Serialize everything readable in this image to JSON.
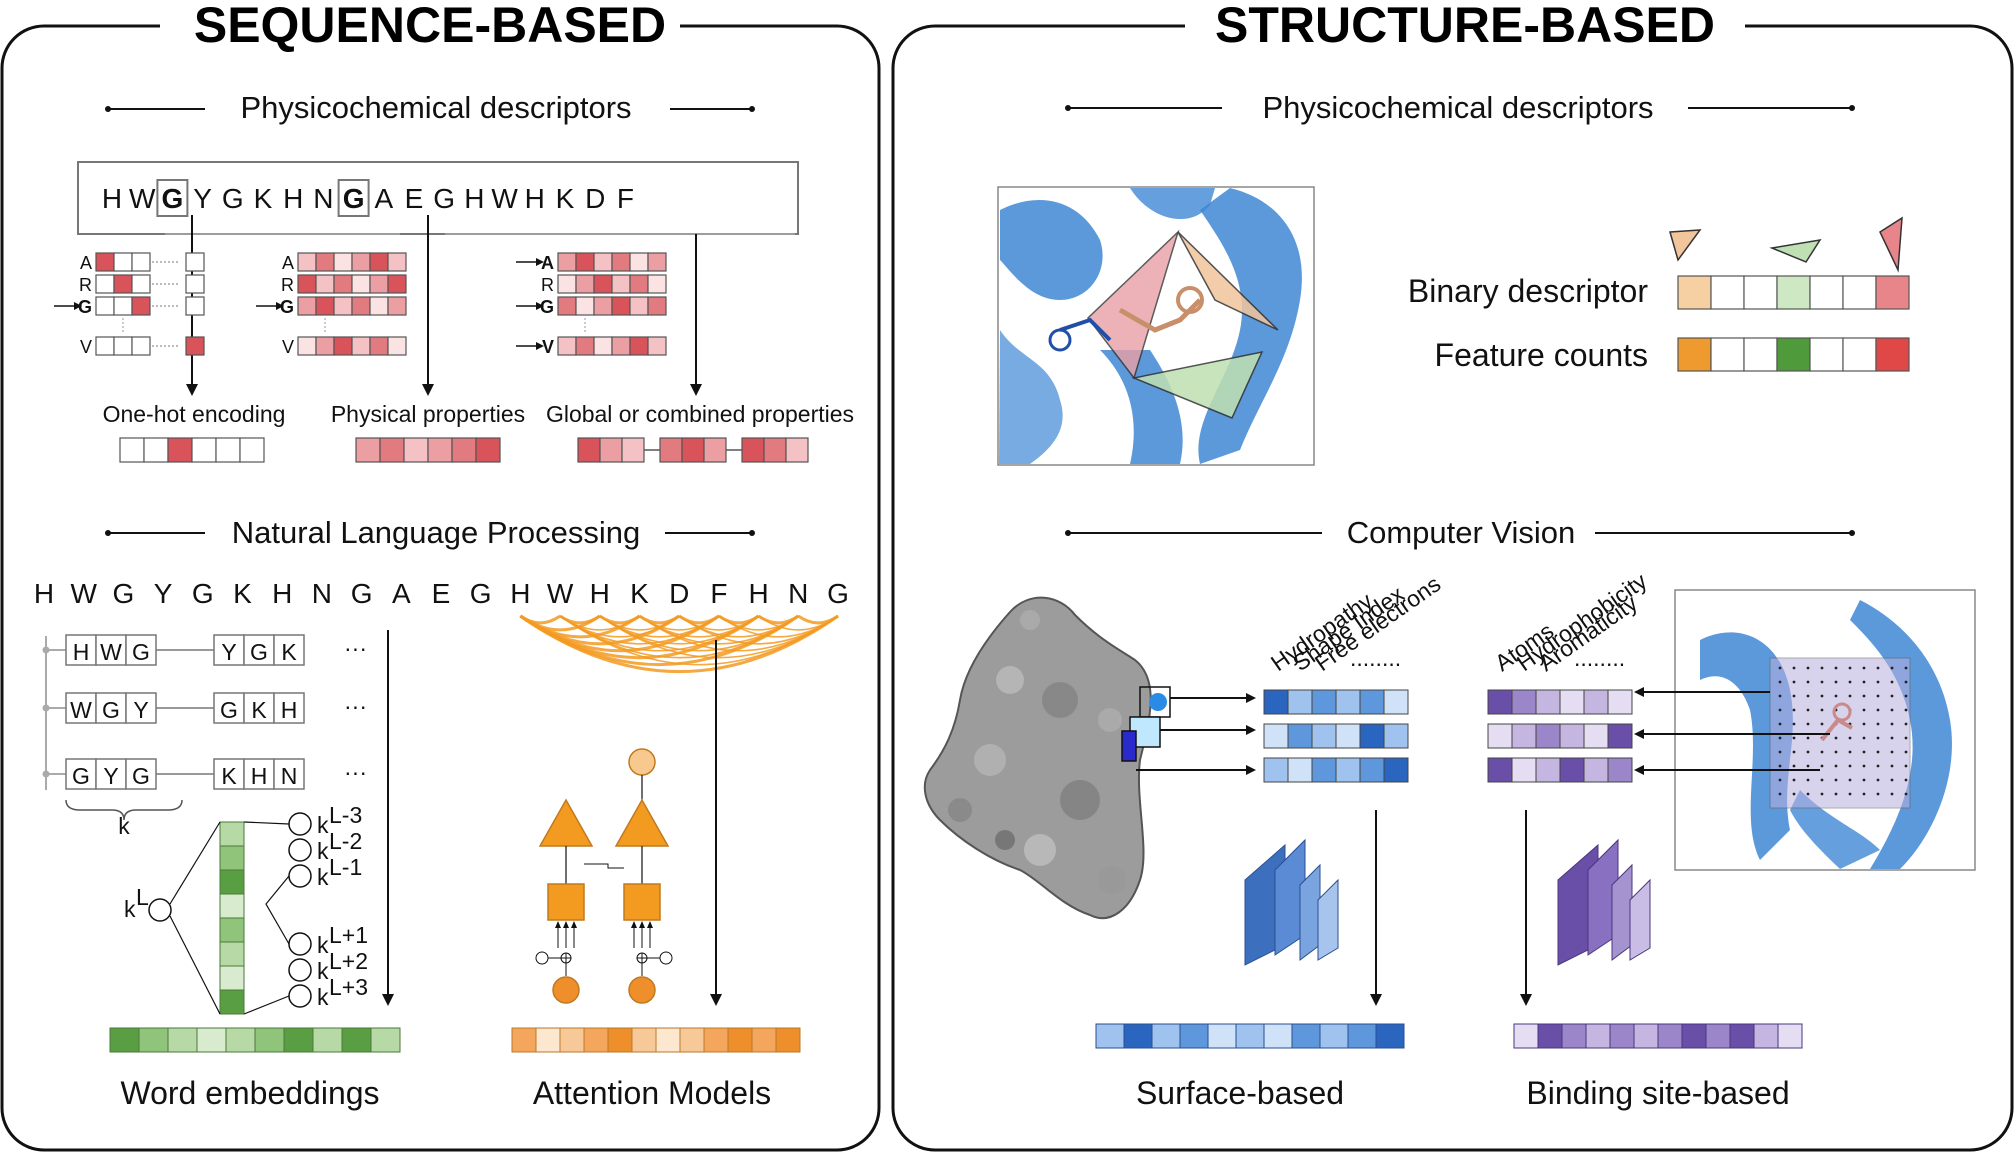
{
  "panels": {
    "left": {
      "title": "SEQUENCE-BASED",
      "physchem": {
        "heading": "Physicochemical descriptors",
        "sequence": [
          "H",
          "W",
          "G",
          "Y",
          "G",
          "K",
          "H",
          "N",
          "G",
          "A",
          "E",
          "G",
          "H",
          "W",
          "H",
          "K",
          "D",
          "F"
        ],
        "highlighted_indices": [
          2,
          8
        ],
        "matrix_row_labels": [
          "A",
          "R",
          "G",
          "V"
        ],
        "encodings": [
          {
            "label": "One-hot encoding"
          },
          {
            "label": "Physical properties"
          },
          {
            "label": "Global or combined properties"
          }
        ]
      },
      "nlp": {
        "heading": "Natural Language Processing",
        "sequence": [
          "H",
          "W",
          "G",
          "Y",
          "G",
          "K",
          "H",
          "N",
          "G",
          "A",
          "E",
          "G",
          "H",
          "W",
          "H",
          "K",
          "D",
          "F",
          "H",
          "N",
          "G"
        ],
        "kmers": [
          {
            "first": [
              "H",
              "W",
              "G"
            ],
            "second": [
              "Y",
              "G",
              "K"
            ]
          },
          {
            "first": [
              "W",
              "G",
              "Y"
            ],
            "second": [
              "G",
              "K",
              "H"
            ]
          },
          {
            "first": [
              "G",
              "Y",
              "G"
            ],
            "second": [
              "K",
              "H",
              "N"
            ]
          }
        ],
        "ellipsis": "···",
        "k_label": "k",
        "context_base": "k",
        "context_center_sup": "L",
        "context_sups": [
          "L-3",
          "L-2",
          "L-1",
          "L+1",
          "L+2",
          "L+3"
        ],
        "outputs": [
          {
            "label": "Word embeddings"
          },
          {
            "label": "Attention Models"
          }
        ]
      }
    },
    "right": {
      "title": "STRUCTURE-BASED",
      "physchem": {
        "heading": "Physicochemical descriptors",
        "rows": [
          {
            "label": "Binary descriptor"
          },
          {
            "label": "Feature counts"
          }
        ]
      },
      "cv": {
        "heading": "Computer Vision",
        "surface_channels": [
          "Hydropathy",
          "Shape Index",
          "Free electrons"
        ],
        "site_channels": [
          "Atoms",
          "Hydrophobicity",
          "Aromaticity"
        ],
        "channel_ellipsis": "........",
        "outputs": [
          {
            "label": "Surface-based"
          },
          {
            "label": "Binding site-based"
          }
        ]
      }
    }
  },
  "colors": {
    "red_scale": [
      "#fbe3e4",
      "#f4c2c4",
      "#ec9fa2",
      "#e27b80",
      "#d9535a"
    ],
    "green_scale": [
      "#d8ebcf",
      "#b6d9a6",
      "#8fc47a",
      "#5a9e44"
    ],
    "orange_scale": [
      "#fde7cf",
      "#f8c998",
      "#f3a65c",
      "#ee8f2c"
    ],
    "blue_scale": [
      "#cfe2f7",
      "#9fc3ee",
      "#5f97dc",
      "#2a65c0"
    ],
    "purple_scale": [
      "#e5def2",
      "#c4b6e0",
      "#9a86c8",
      "#6a4fa8"
    ],
    "accent_orange": "#f39a21",
    "protein_blue": "#3f87d4",
    "surface_gray": "#9a9a9a"
  }
}
